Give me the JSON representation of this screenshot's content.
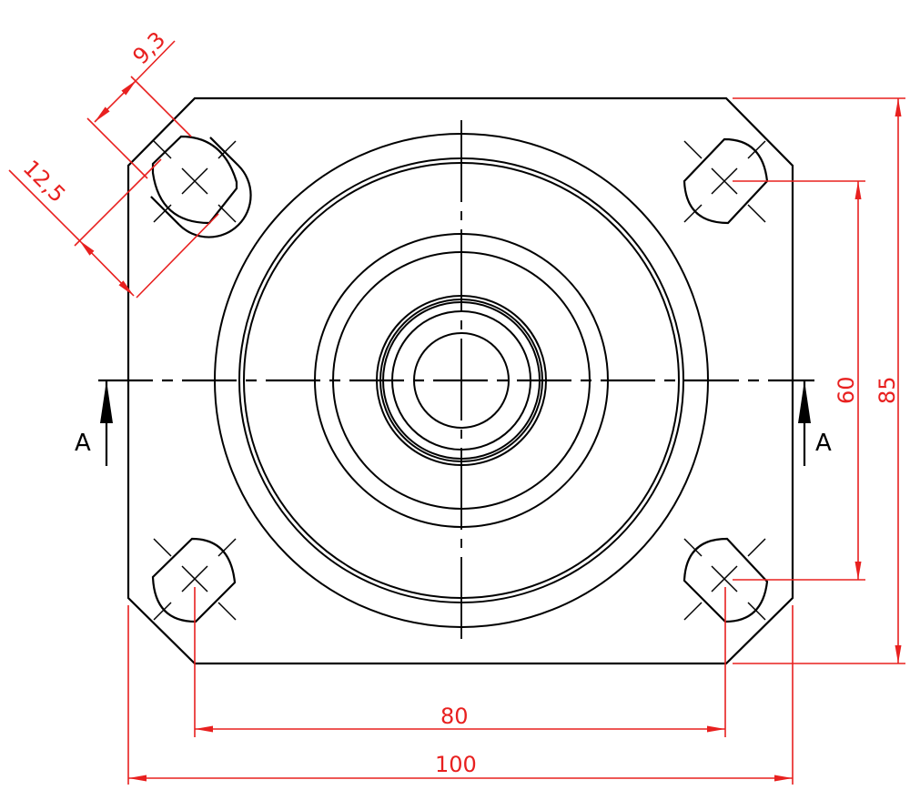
{
  "drawing": {
    "title": "Square flange mounting plate - top view",
    "colors": {
      "outline": "#000000",
      "dimension": "#e8201f",
      "background": "#ffffff"
    },
    "section_marker": {
      "left_label": "A",
      "right_label": "A"
    },
    "dimensions": {
      "slot_width": "9,3",
      "slot_length": "12,5",
      "hole_spacing_vertical": "60",
      "overall_height": "85",
      "hole_spacing_horizontal": "80",
      "overall_width": "100"
    },
    "features": {
      "mounting_slots": 4,
      "concentric_circles": 10,
      "chamfered_corners": 4
    }
  }
}
